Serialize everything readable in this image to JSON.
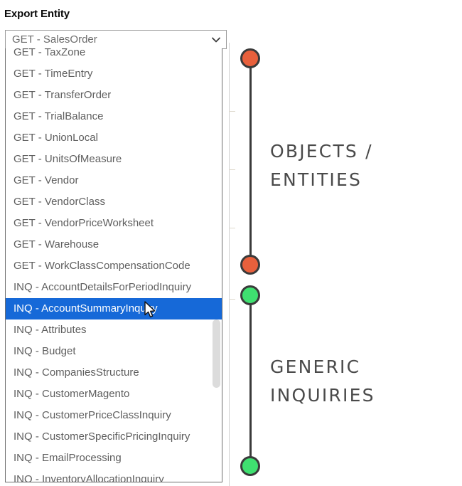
{
  "form": {
    "label": "Export Entity",
    "select": {
      "value": "GET - SalesOrder",
      "chevron_icon": "chevron-down-icon"
    },
    "options": [
      {
        "label": "GET - TaxZone",
        "selected": false
      },
      {
        "label": "GET - TimeEntry",
        "selected": false
      },
      {
        "label": "GET - TransferOrder",
        "selected": false
      },
      {
        "label": "GET - TrialBalance",
        "selected": false
      },
      {
        "label": "GET - UnionLocal",
        "selected": false
      },
      {
        "label": "GET - UnitsOfMeasure",
        "selected": false
      },
      {
        "label": "GET - Vendor",
        "selected": false
      },
      {
        "label": "GET - VendorClass",
        "selected": false
      },
      {
        "label": "GET - VendorPriceWorksheet",
        "selected": false
      },
      {
        "label": "GET - Warehouse",
        "selected": false
      },
      {
        "label": "GET - WorkClassCompensationCode",
        "selected": false
      },
      {
        "label": "INQ - AccountDetailsForPeriodInquiry",
        "selected": false
      },
      {
        "label": "INQ - AccountSummaryInquiry",
        "selected": true
      },
      {
        "label": "INQ - Attributes",
        "selected": false
      },
      {
        "label": "INQ - Budget",
        "selected": false
      },
      {
        "label": "INQ - CompaniesStructure",
        "selected": false
      },
      {
        "label": "INQ - CustomerMagento",
        "selected": false
      },
      {
        "label": "INQ - CustomerPriceClassInquiry",
        "selected": false
      },
      {
        "label": "INQ - CustomerSpecificPricingInquiry",
        "selected": false
      },
      {
        "label": "INQ - EmailProcessing",
        "selected": false
      },
      {
        "label": "INQ - InventoryAllocationInquiry",
        "selected": false
      }
    ],
    "highlight_color": "#1669d8"
  },
  "annotations": {
    "objects_entities": "OBJECTS /\nENTITIES",
    "generic_inquiries": "GENERIC\nINQUIRIES",
    "dot_color_objects": "#e8603c",
    "dot_color_inquiries": "#3fe070",
    "line_color": "#3a3a3a"
  },
  "cursor": {
    "icon": "mouse-pointer-icon"
  }
}
